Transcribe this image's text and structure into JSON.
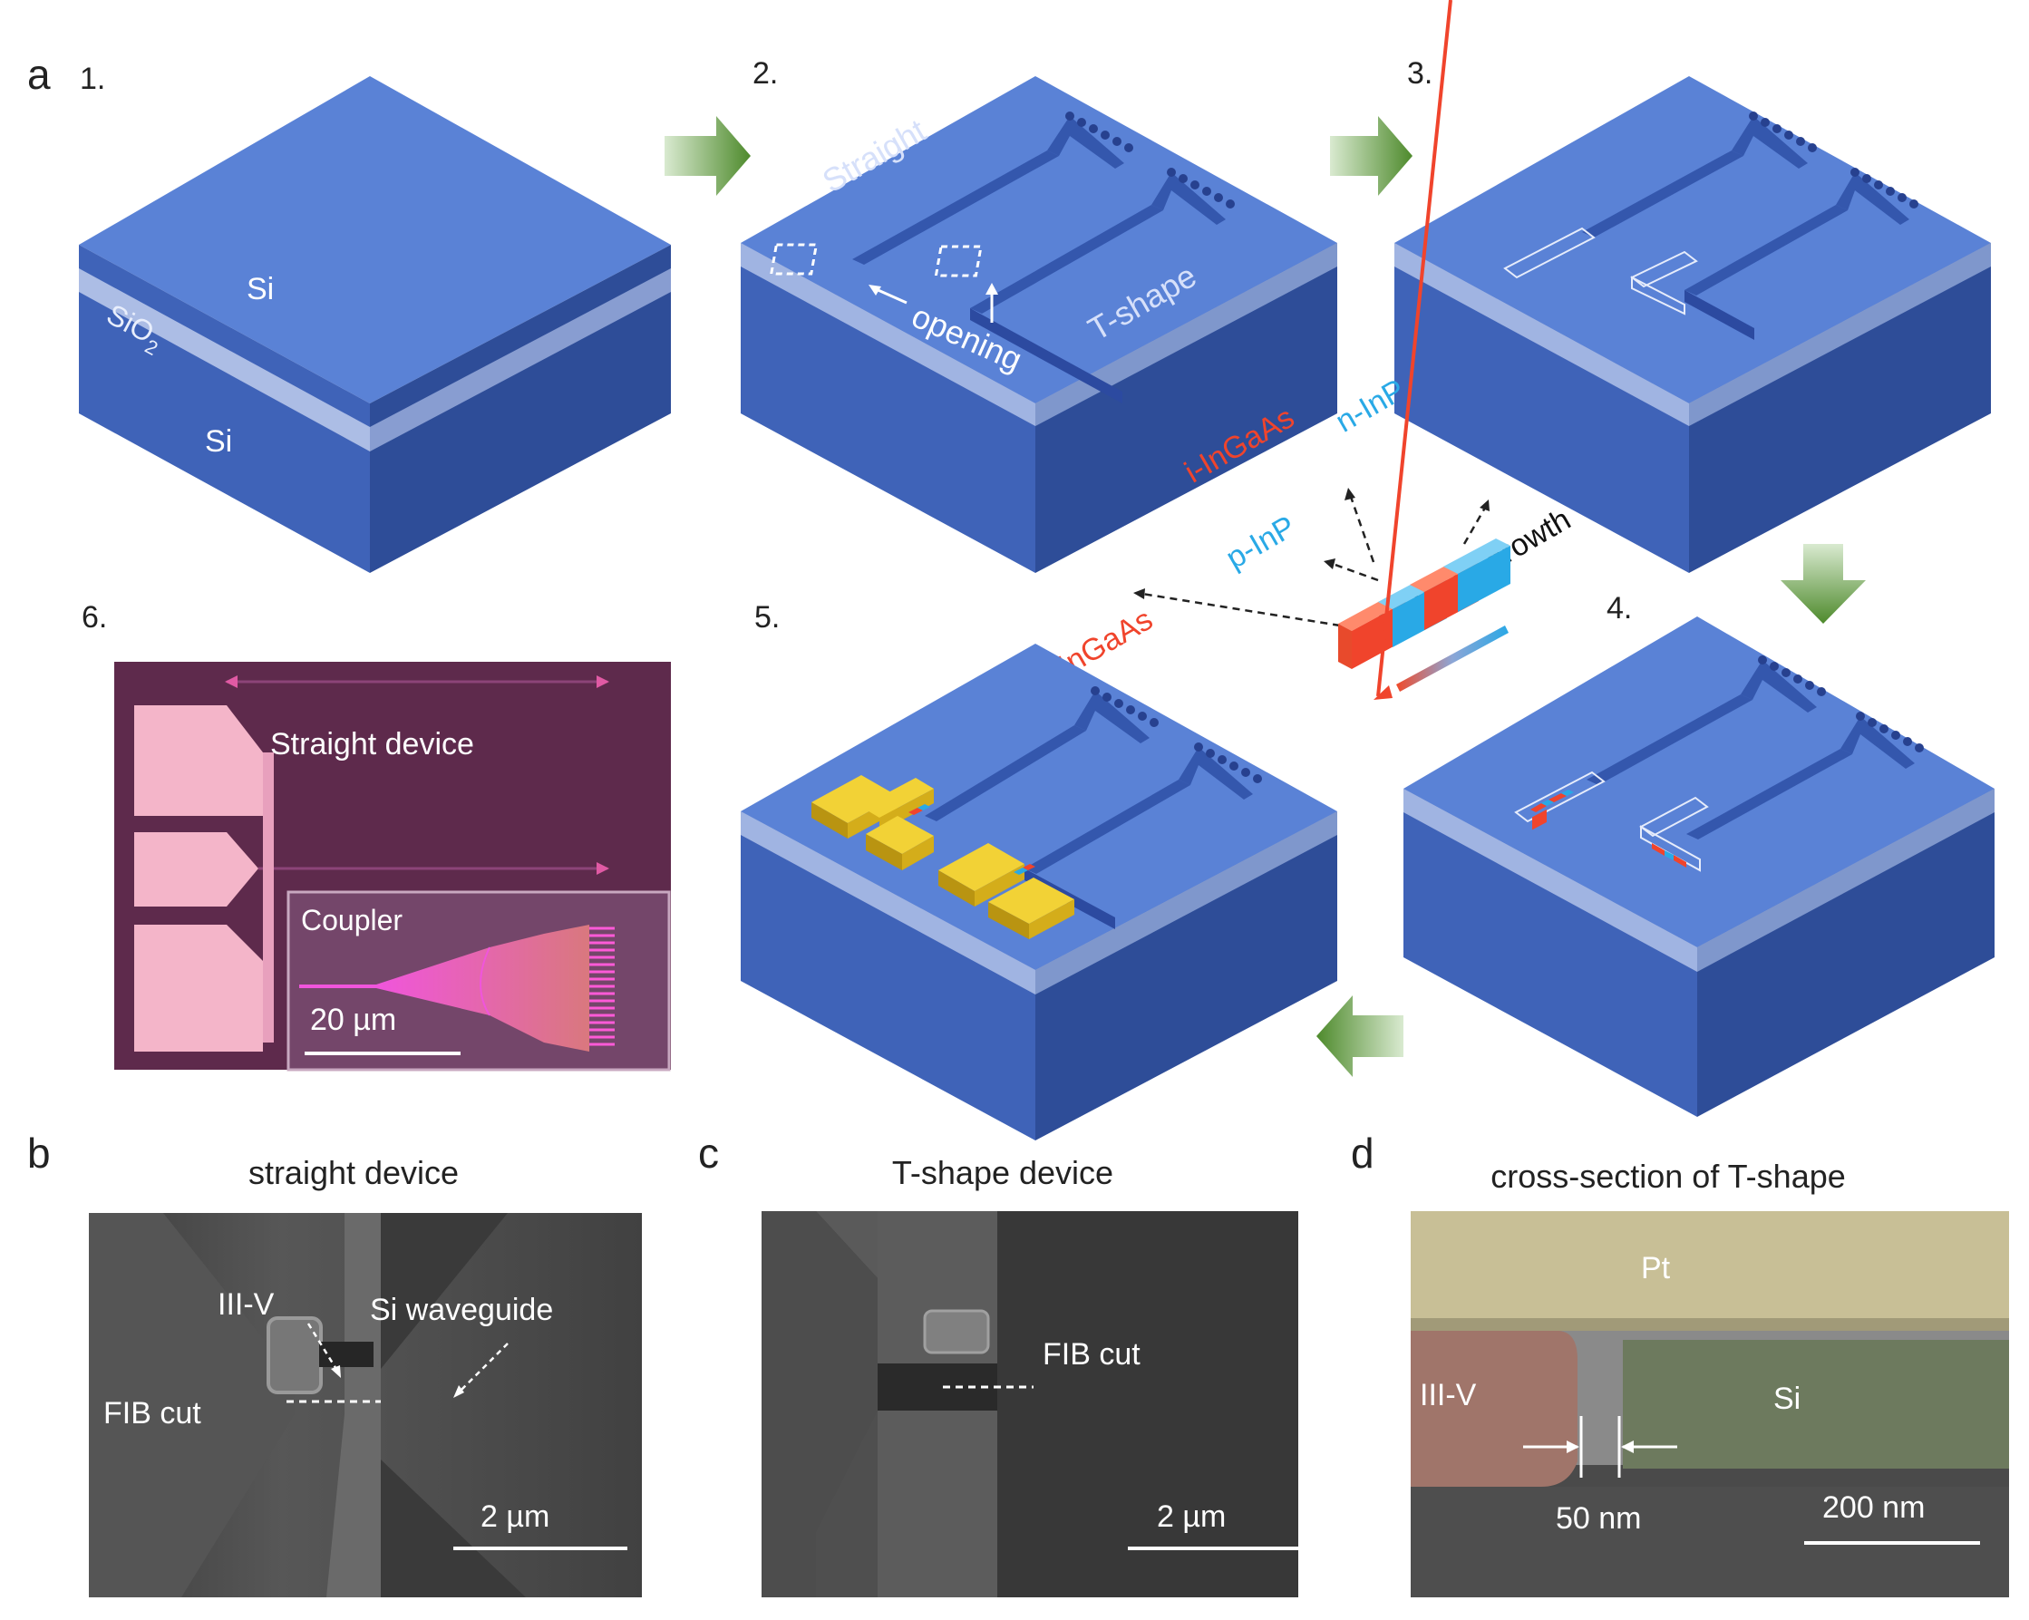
{
  "panel_a": {
    "letter": "a",
    "step_labels": [
      "1.",
      "2.",
      "3.",
      "4.",
      "5.",
      "6."
    ],
    "step1": {
      "top_layer": "Si",
      "box_layer": "SiO",
      "box_layer_sub": "2",
      "substrate": "Si"
    },
    "step2": {
      "straight": "Straight",
      "tshape": "T-shape",
      "opening": "opening"
    },
    "growth": {
      "p_ingaas": "p-InGaAs",
      "i_ingaas": "i-InGaAs",
      "p_inp": "p-InP",
      "n_inp": "n-InP",
      "mocvd": "MOCVD growth"
    },
    "step6": {
      "straight_device": "Straight device",
      "coupler": "Coupler",
      "scale": "20 µm"
    }
  },
  "panel_b": {
    "letter": "b",
    "title": "straight device",
    "iii_v": "III-V",
    "si_waveguide": "Si waveguide",
    "fib_cut": "FIB cut",
    "scale": "2 µm"
  },
  "panel_c": {
    "letter": "c",
    "title": "T-shape device",
    "fib_cut": "FIB cut",
    "scale": "2 µm"
  },
  "panel_d": {
    "letter": "d",
    "title": "cross-section of T-shape",
    "pt": "Pt",
    "iii_v": "III-V",
    "si": "Si",
    "gap": "50 nm",
    "scale": "200 nm"
  },
  "colors": {
    "block_top": "#5a82d6",
    "block_left": "#4065bd",
    "block_right": "#2f4f9b",
    "cladding": "#b6c5ea",
    "arrow_green": "#4e8a2c",
    "label_red": "#f0442c",
    "label_blue": "#29a9e6",
    "gold": "#e8c21e",
    "sem_bg": "#4a4a4a"
  }
}
